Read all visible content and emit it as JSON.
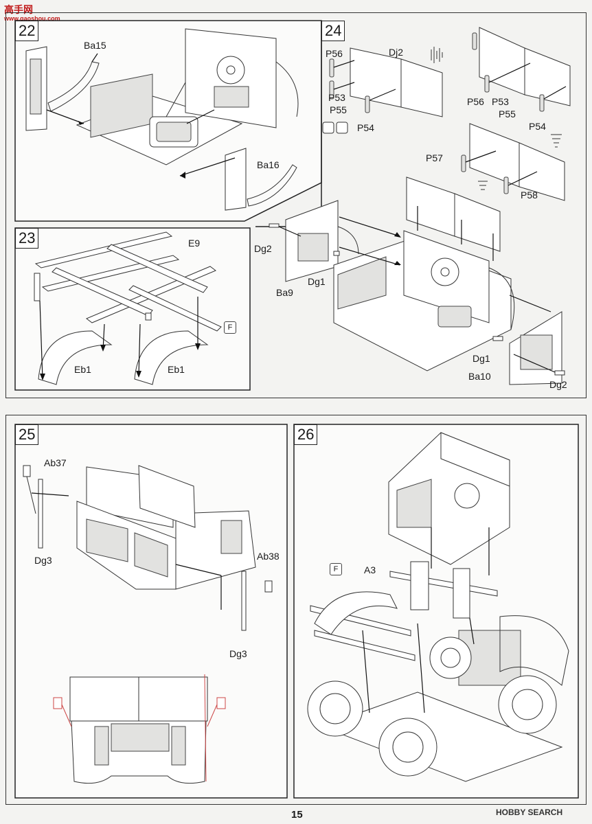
{
  "watermark": {
    "top": "高手网",
    "url": "www.gaoshou.com"
  },
  "steps": {
    "s22": {
      "number": "22",
      "labels": {
        "ba15": "Ba15",
        "ba16": "Ba16"
      }
    },
    "s23": {
      "number": "23",
      "labels": {
        "e9": "E9",
        "eb1a": "Eb1",
        "eb1b": "Eb1",
        "badge": "F"
      }
    },
    "s24": {
      "number": "24",
      "labels": {
        "p56a": "P56",
        "dj2": "Dj2",
        "p53a": "P53",
        "p55a": "P55",
        "p54a": "P54",
        "p56b": "P56",
        "p53b": "P53",
        "p55b": "P55",
        "p54b": "P54",
        "p57": "P57",
        "p58": "P58",
        "dg2a": "Dg2",
        "dg1a": "Dg1",
        "ba9": "Ba9",
        "dg1b": "Dg1",
        "ba10": "Ba10",
        "dg2b": "Dg2"
      }
    },
    "s25": {
      "number": "25",
      "labels": {
        "ab37": "Ab37",
        "dg3a": "Dg3",
        "ab38": "Ab38",
        "dg3b": "Dg3"
      }
    },
    "s26": {
      "number": "26",
      "labels": {
        "badge": "F",
        "a3": "A3"
      }
    }
  },
  "footer": {
    "page": "15",
    "brand": "HOBBY SEARCH"
  }
}
